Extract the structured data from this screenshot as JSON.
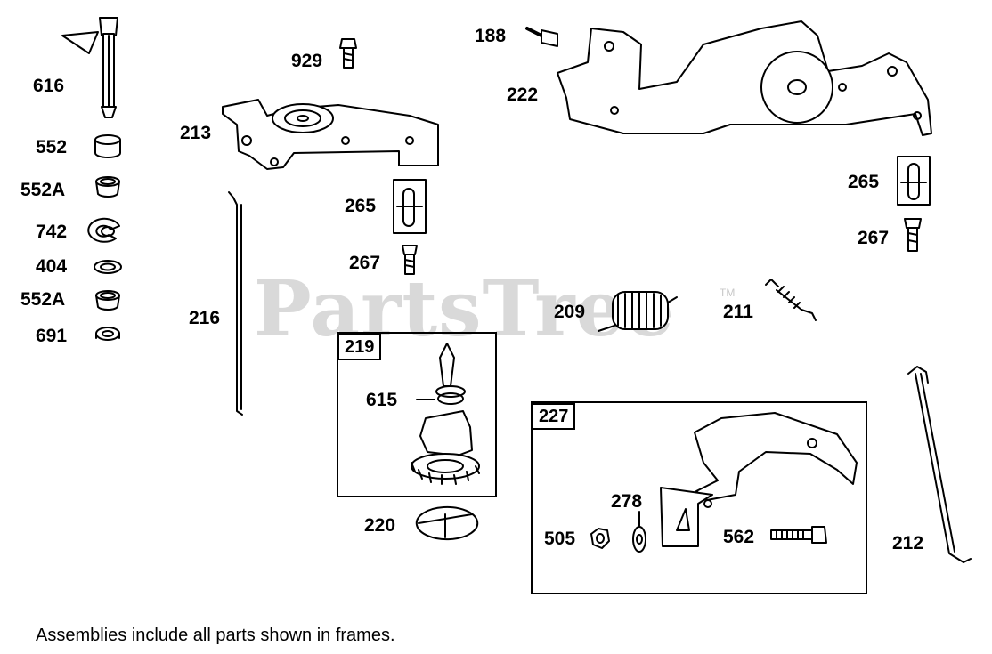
{
  "watermark": {
    "text": "PartsTree",
    "tm": "TM"
  },
  "footer_note": "Assemblies include all parts shown in frames.",
  "labels": {
    "p616": "616",
    "p552a": "552",
    "p552A_top": "552A",
    "p742": "742",
    "p404": "404",
    "p552A_bot": "552A",
    "p691": "691",
    "p929": "929",
    "p213": "213",
    "p216": "216",
    "p265_mid": "265",
    "p267_mid": "267",
    "p188": "188",
    "p222": "222",
    "p265_right": "265",
    "p267_right": "267",
    "p209": "209",
    "p211": "211",
    "p219": "219",
    "p615": "615",
    "p220": "220",
    "p227": "227",
    "p278": "278",
    "p505": "505",
    "p562": "562",
    "p212": "212"
  }
}
